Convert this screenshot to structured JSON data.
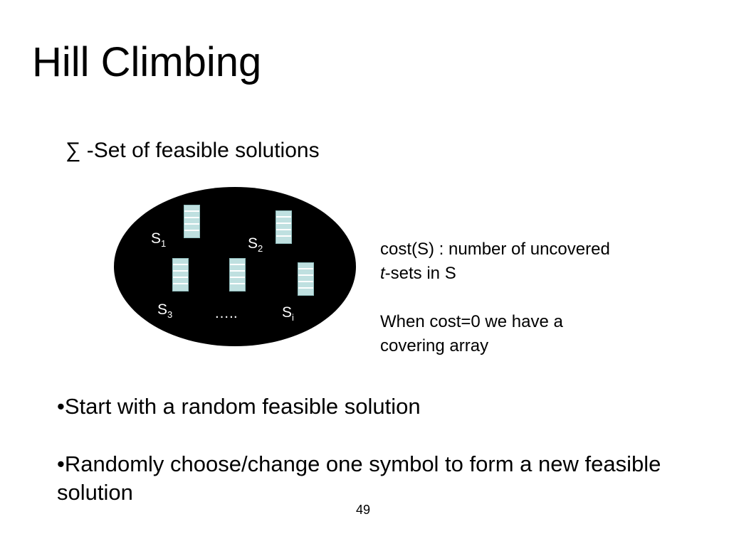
{
  "slide": {
    "title": "Hill Climbing",
    "subtitle": "∑ -Set of  feasible solutions",
    "diagram": {
      "labels": {
        "s1": {
          "main": "S",
          "sub": "1"
        },
        "s2": {
          "main": "S",
          "sub": "2"
        },
        "s3": {
          "main": "S",
          "sub": "3"
        },
        "si": {
          "main": "S",
          "sub": "i"
        },
        "ellipsis": "….."
      }
    },
    "cost": {
      "line1": "cost(S) : number of uncovered",
      "line2_italic": "t",
      "line2_rest": "-sets in S",
      "note_line1": "When cost=0 we have a",
      "note_line2": "covering array"
    },
    "bullets": [
      "•Start with a random feasible solution",
      "•Randomly choose/change one symbol to form a new feasible solution"
    ],
    "page_number": "49"
  },
  "colors": {
    "background": "#ffffff",
    "text": "#000000",
    "oval": "#000000",
    "solution_cell": "#bfe0e0",
    "oval_label": "#ffffff"
  }
}
